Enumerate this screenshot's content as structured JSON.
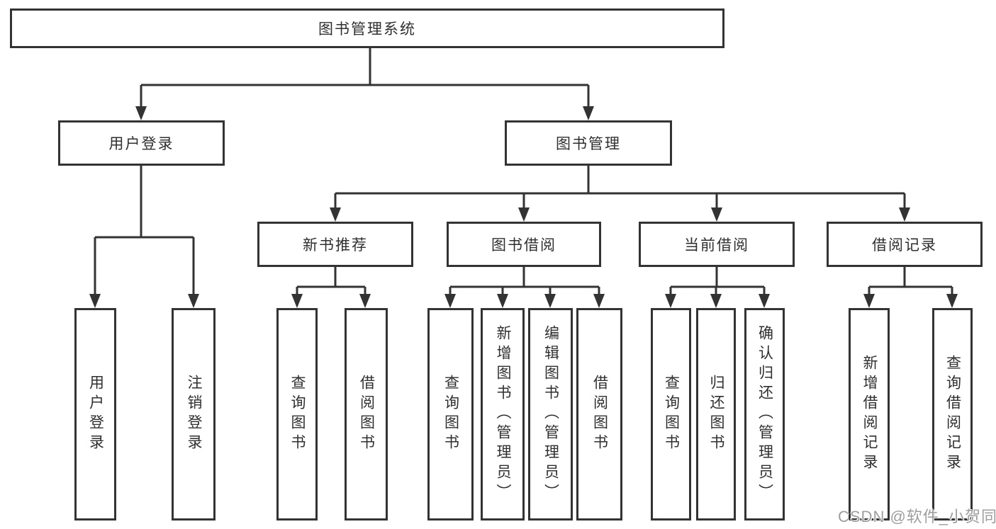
{
  "colors": {
    "line": "#333333",
    "text": "#2f2f2f",
    "background": "#ffffff",
    "watermark": "#9e9e9e"
  },
  "watermark": {
    "text": "CSDN @软件_小贺同学"
  },
  "diagram": {
    "root": {
      "label": "图书管理系统"
    },
    "login": {
      "label": "用户登录",
      "children": [
        "用户登录",
        "注销登录"
      ]
    },
    "management": {
      "label": "图书管理"
    },
    "sections": [
      {
        "label": "新书推荐",
        "children": [
          "查询图书",
          "借阅图书"
        ]
      },
      {
        "label": "图书借阅",
        "children": [
          "查询图书",
          "新增图书（管理员）",
          "编辑图书（管理员）",
          "借阅图书"
        ]
      },
      {
        "label": "当前借阅",
        "children": [
          "查询图书",
          "归还图书",
          "确认归还（管理员）"
        ]
      },
      {
        "label": "借阅记录",
        "children": [
          "新增借阅记录",
          "查询借阅记录"
        ]
      }
    ]
  }
}
